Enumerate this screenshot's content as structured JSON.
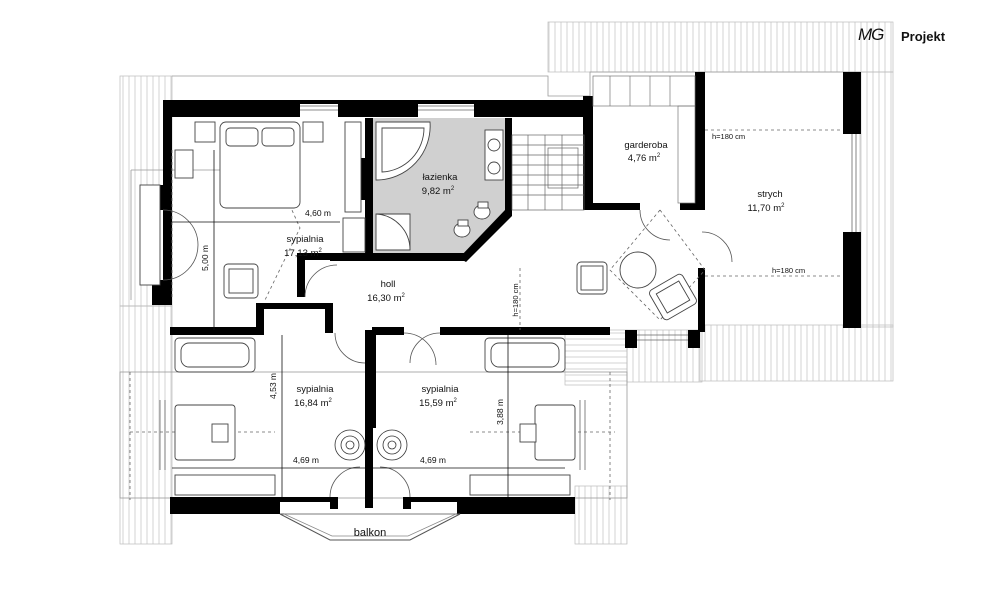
{
  "brand": {
    "mg": "MG",
    "projekt": "Projekt"
  },
  "rooms": {
    "bedroom_top": {
      "name": "sypialnia",
      "area": "17,13 m",
      "exp": "2"
    },
    "bathroom": {
      "name": "łazienka",
      "area": "9,82 m",
      "exp": "2"
    },
    "hall": {
      "name": "holl",
      "area": "16,30 m",
      "exp": "2"
    },
    "wardrobe": {
      "name": "garderoba",
      "area": "4,76 m",
      "exp": "2"
    },
    "attic": {
      "name": "strych",
      "area": "11,70 m",
      "exp": "2"
    },
    "bedroom_left": {
      "name": "sypialnia",
      "area": "16,84 m",
      "exp": "2"
    },
    "bedroom_right": {
      "name": "sypialnia",
      "area": "15,59 m",
      "exp": "2"
    },
    "balcony": {
      "name": "balkon"
    }
  },
  "dimensions": {
    "top_width": "4,60 m",
    "top_height": "5,00 m",
    "left_height": "4,53 m",
    "left_width": "4,69 m",
    "right_width": "4,69 m",
    "right_height": "3,88 m"
  },
  "height_notes": {
    "attic_top": "h=180 cm",
    "attic_mid": "h=180 cm",
    "hall_side": "h=180 cm"
  },
  "colors": {
    "wall": "#000000",
    "bathroom_fill": "#cfcfcf",
    "hatch": "#bbbbbb"
  }
}
